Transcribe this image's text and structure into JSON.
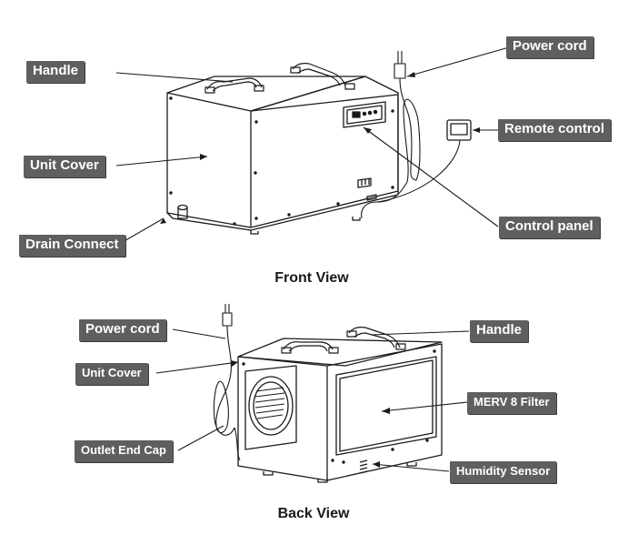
{
  "front": {
    "caption": "Front View",
    "labels": {
      "handle": "Handle",
      "unit_cover": "Unit Cover",
      "drain_connect": "Drain Connect",
      "power_cord": "Power cord",
      "remote_control": "Remote control",
      "control_panel": "Control panel"
    }
  },
  "back": {
    "caption": "Back View",
    "labels": {
      "power_cord": "Power cord",
      "unit_cover": "Unit Cover",
      "outlet_end_cap": "Outlet End Cap",
      "handle": "Handle",
      "merv_filter": "MERV 8 Filter",
      "humidity_sensor": "Humidity Sensor"
    }
  },
  "colors": {
    "label_bg": "#5f5f5f",
    "label_text": "#ffffff",
    "line": "#1a1a1a"
  }
}
